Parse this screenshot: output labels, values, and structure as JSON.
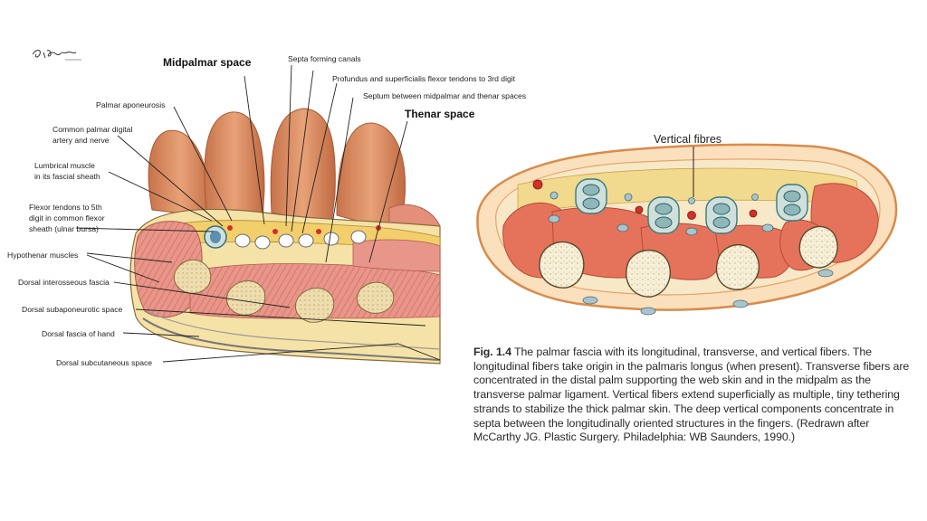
{
  "left_figure": {
    "signature": "C.Machado",
    "labels": {
      "midpalmar_space": "Midpalmar space",
      "septa_forming_canals": "Septa forming canals",
      "profundus_flexor": "Profundus and superficialis flexor tendons to 3rd digit",
      "septum_between": "Septum between midpalmar and thenar spaces",
      "thenar_space": "Thenar space",
      "palmar_aponeurosis": "Palmar aponeurosis",
      "common_palmar_digital_1": "Common palmar digital",
      "common_palmar_digital_2": "artery and nerve",
      "lumbrical_1": "Lumbrical muscle",
      "lumbrical_2": "in its fascial sheath",
      "flexor_5th_1": "Flexor tendons to 5th",
      "flexor_5th_2": "digit in common flexor",
      "flexor_5th_3": "sheath (ulnar bursa)",
      "hypothenar": "Hypothenar muscles",
      "dorsal_interosseous": "Dorsal interosseous fascia",
      "dorsal_subaponeurotic": "Dorsal subaponeurotic space",
      "dorsal_fascia": "Dorsal fascia of hand",
      "dorsal_subcutaneous": "Dorsal subcutaneous space"
    }
  },
  "right_figure": {
    "vertical_fibres_label": "Vertical fibres",
    "caption_label": "Fig. 1.4",
    "caption_text": "The palmar fascia with its longitudinal, transverse, and vertical fibers. The longitudinal fibers take origin in the palmaris longus (when present). Transverse fibers are concentrated in the distal palm supporting the web skin and in the midpalm as the transverse palmar ligament. Vertical fibers extend superficially as multiple, tiny tethering strands to stabilize the thick palmar skin. The deep vertical components concentrate in septa between the longitudinally oriented structures in the fingers. (Redrawn after McCarthy JG. Plastic Surgery. Philadelphia: WB Saunders, 1990.)"
  },
  "colors": {
    "finger_skin": "#d98a5c",
    "muscle": "#e5735c",
    "bone": "#f4ead0",
    "fascia_yellow": "#f3d98b",
    "tendon_sheath": "#cfe0dc",
    "tendon": "#8fb6b8",
    "artery": "#d0302a",
    "nerve": "#a8c4cc"
  }
}
